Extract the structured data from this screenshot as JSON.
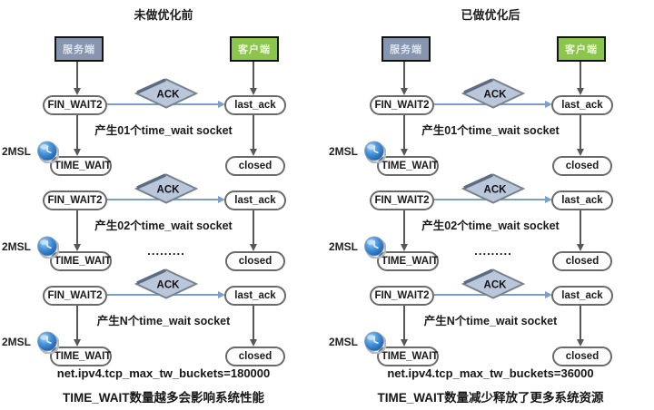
{
  "colors": {
    "server_box": "#8796ae",
    "client_box": "#8cc54c",
    "diamond_fill": "#bac6da",
    "diamond_border": "#77828e",
    "oval_border": "#6a6a6a",
    "arrow_gray": "#575757",
    "arrow_blue": "#7aa0c9",
    "clock_blue": "#2f7fd0"
  },
  "columns": [
    {
      "title": "未做优化前",
      "server_label": "服务端",
      "client_label": "客户端",
      "msl_label": "2MSL",
      "rows": [
        {
          "left_state": "FIN_WAIT2",
          "ack_label": "ACK",
          "right_state": "last_ack",
          "caption": "产生01个time_wait socket",
          "wait_state": "TIME_WAIT",
          "closed_state": "closed",
          "dots": ""
        },
        {
          "left_state": "FIN_WAIT2",
          "ack_label": "ACK",
          "right_state": "last_ack",
          "caption": "产生02个time_wait socket",
          "wait_state": "TIME_WAIT",
          "closed_state": "closed",
          "dots": "........."
        },
        {
          "left_state": "FIN_WAIT2",
          "ack_label": "ACK",
          "right_state": "last_ack",
          "caption": "产生N个time_wait socket",
          "wait_state": "TIME_WAIT",
          "closed_state": "closed",
          "dots": ""
        }
      ],
      "sysctl": "net.ipv4.tcp_max_tw_buckets=180000",
      "summary": "TIME_WAIT数量越多会影响系统性能"
    },
    {
      "title": "已做优化后",
      "server_label": "服务端",
      "client_label": "客户端",
      "msl_label": "2MSL",
      "rows": [
        {
          "left_state": "FIN_WAIT2",
          "ack_label": "ACK",
          "right_state": "last_ack",
          "caption": "产生01个time_wait socket",
          "wait_state": "TIME_WAIT",
          "closed_state": "closed",
          "dots": ""
        },
        {
          "left_state": "FIN_WAIT2",
          "ack_label": "ACK",
          "right_state": "last_ack",
          "caption": "产生02个time_wait socket",
          "wait_state": "TIME_WAIT",
          "closed_state": "closed",
          "dots": "........."
        },
        {
          "left_state": "FIN_WAIT2",
          "ack_label": "ACK",
          "right_state": "last_ack",
          "caption": "产生N个time_wait socket",
          "wait_state": "TIME_WAIT",
          "closed_state": "closed",
          "dots": ""
        }
      ],
      "sysctl": "net.ipv4.tcp_max_tw_buckets=36000",
      "summary": "TIME_WAIT数量减少释放了更多系统资源"
    }
  ]
}
